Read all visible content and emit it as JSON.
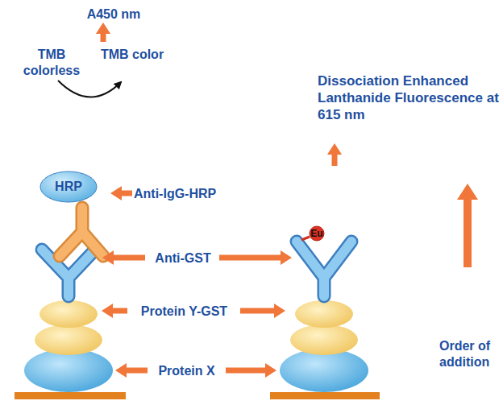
{
  "diagram": {
    "nodes": [
      {
        "text": [
          "HRP"
        ]
      },
      {
        "text": [
          "Eu"
        ]
      }
    ],
    "labels": [
      "A450 nm",
      "TMB colorless",
      "TMB color",
      "Anti-IgG-HRP",
      "Anti-GST",
      "Protein Y-GST",
      "Protein X",
      "Dissociation Enhanced Lanthanide Fluorescence at 615 nm",
      "Order of addition"
    ]
  }
}
